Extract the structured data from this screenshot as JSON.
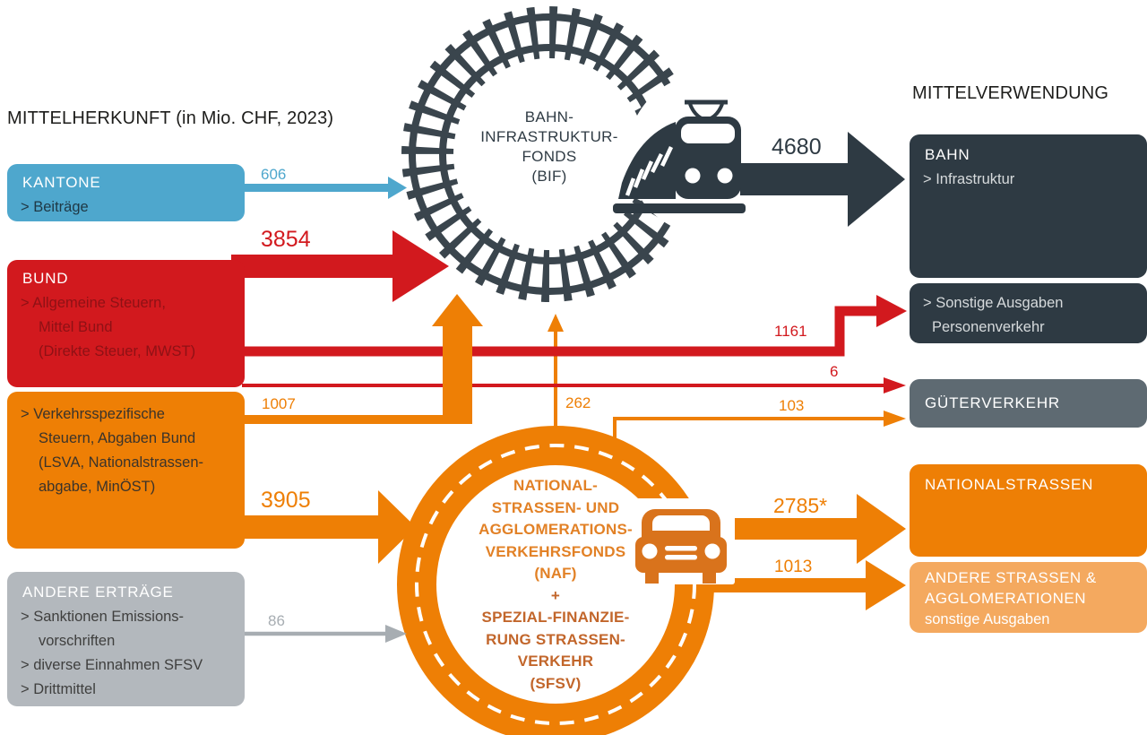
{
  "title_left": "MITTELHERKUNFT (in Mio. CHF, 2023)",
  "title_right": "MITTELVERWENDUNG",
  "sources": [
    {
      "title": "KANTONE",
      "lines": [
        "> Beiträge"
      ]
    },
    {
      "title": "BUND",
      "lines": [
        "> Allgemeine Steuern,",
        "Mittel Bund",
        "(Direkte Steuer, MWST)"
      ]
    },
    {
      "title": "",
      "lines": [
        "> Verkehrsspezifische",
        "Steuern, Abgaben Bund",
        "(LSVA, Nationalstrassen-",
        "abgabe, MinÖST)"
      ]
    },
    {
      "title": "ANDERE ERTRÄGE",
      "lines": [
        "> Sanktionen Emissions-",
        "vorschriften",
        "> diverse Einnahmen SFSV",
        "> Drittmittel"
      ]
    }
  ],
  "funds": {
    "bif_lines": [
      "BAHN-",
      "INFRASTRUKTUR-",
      "FONDS",
      "(BIF)"
    ],
    "naf_top_lines": [
      "NATIONAL-",
      "STRASSEN- UND",
      "AGGLOMERATIONS-",
      "VERKEHRSFONDS",
      "(NAF)"
    ],
    "naf_plus": "+",
    "naf_bottom_lines": [
      "SPEZIAL-FINANZIE-",
      "RUNG STRASSEN-",
      "VERKEHR",
      "(SFSV)"
    ]
  },
  "uses": [
    {
      "title": "BAHN",
      "lines": [
        "> Infrastruktur"
      ]
    },
    {
      "title": "",
      "lines": [
        "> Sonstige Ausgaben",
        "Personenverkehr"
      ]
    },
    {
      "title": "GÜTERVERKEHR",
      "lines": []
    },
    {
      "title": "NATIONALSTRASSEN",
      "lines": []
    },
    {
      "title": "ANDERE STRASSEN &",
      "lines": [
        "AGGLOMERATIONEN",
        "sonstige Ausgaben"
      ]
    }
  ],
  "flows": [
    {
      "from": "KANTONE",
      "to": "BIF",
      "label": "606",
      "color": "#4ea7cd"
    },
    {
      "from": "BUND",
      "to": "BIF",
      "label": "3854",
      "color": "#d2191e"
    },
    {
      "from": "BUND",
      "to": "SONSTIGE AUSGABEN PERSONENVERKEHR",
      "label": "1161",
      "color": "#d2191e"
    },
    {
      "from": "BUND",
      "to": "GÜTERVERKEHR",
      "label": "6",
      "color": "#d2191e"
    },
    {
      "from": "VERKEHRSSPEZIFISCHE STEUERN",
      "to": "BIF",
      "label": "1007",
      "color": "#ee7f05"
    },
    {
      "from": "VERKEHRSSPEZIFISCHE STEUERN",
      "to": "NAF+SFSV",
      "label": "3905",
      "color": "#ee7f05"
    },
    {
      "from": "NAF+SFSV",
      "to": "BIF",
      "label": "262",
      "color": "#ee7f05"
    },
    {
      "from": "NAF+SFSV",
      "to": "GÜTERVERKEHR",
      "label": "103",
      "color": "#ee7f05"
    },
    {
      "from": "ANDERE ERTRÄGE",
      "to": "NAF+SFSV",
      "label": "86",
      "color": "#a7adb2"
    },
    {
      "from": "BIF",
      "to": "BAHN",
      "label": "4680",
      "color": "#2e3a43"
    },
    {
      "from": "NAF+SFSV",
      "to": "NATIONALSTRASSEN",
      "label": "2785*",
      "color": "#ee7f05"
    },
    {
      "from": "NAF+SFSV",
      "to": "ANDERE STRASSEN & AGGLOMERATIONEN",
      "label": "1013",
      "color": "#ee7f05"
    }
  ],
  "colors": {
    "blue": "#4ea7cd",
    "red": "#d2191e",
    "orange": "#ee7f05",
    "light_orange": "#f4a95f",
    "box_gray": "#b3b8bd",
    "arrow_gray": "#a7adb2",
    "dark": "#2e3a43",
    "rail_ring": "#3a454d",
    "mid_gray": "#5e6a72",
    "car_orange": "#d9731c"
  }
}
